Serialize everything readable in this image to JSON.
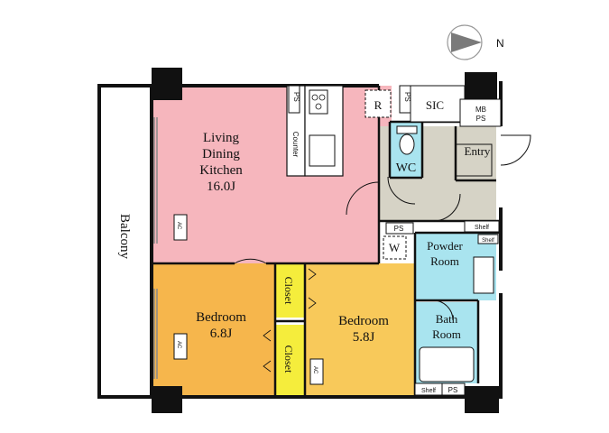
{
  "compass": {
    "label": "N"
  },
  "rooms": {
    "ldk": {
      "name_l1": "Living",
      "name_l2": "Dining",
      "name_l3": "Kitchen",
      "size": "16.0J",
      "color": "#f6b6bd"
    },
    "bedroom1": {
      "name": "Bedroom",
      "size": "6.8J",
      "color": "#f6b64c"
    },
    "bedroom2": {
      "name": "Bedroom",
      "size": "5.8J",
      "color": "#f8c95a"
    },
    "entry": {
      "name": "Entry",
      "color": "#d6d3c6"
    },
    "wc": {
      "name": "WC",
      "color": "#a9e4ef"
    },
    "powder": {
      "name_l1": "Powder",
      "name_l2": "Room",
      "color": "#a9e4ef"
    },
    "bath": {
      "name_l1": "Bath",
      "name_l2": "Room",
      "color": "#a9e4ef"
    },
    "balcony": {
      "name": "Balcony"
    }
  },
  "closets": {
    "label": "Closet",
    "color": "#f5ed3c"
  },
  "labels": {
    "counter": "Counter",
    "sic": "SIC",
    "ps": "PS",
    "mb": "MB",
    "refrigerator": "R",
    "washer": "W",
    "shelf": "Shelf",
    "ac": "AC"
  }
}
